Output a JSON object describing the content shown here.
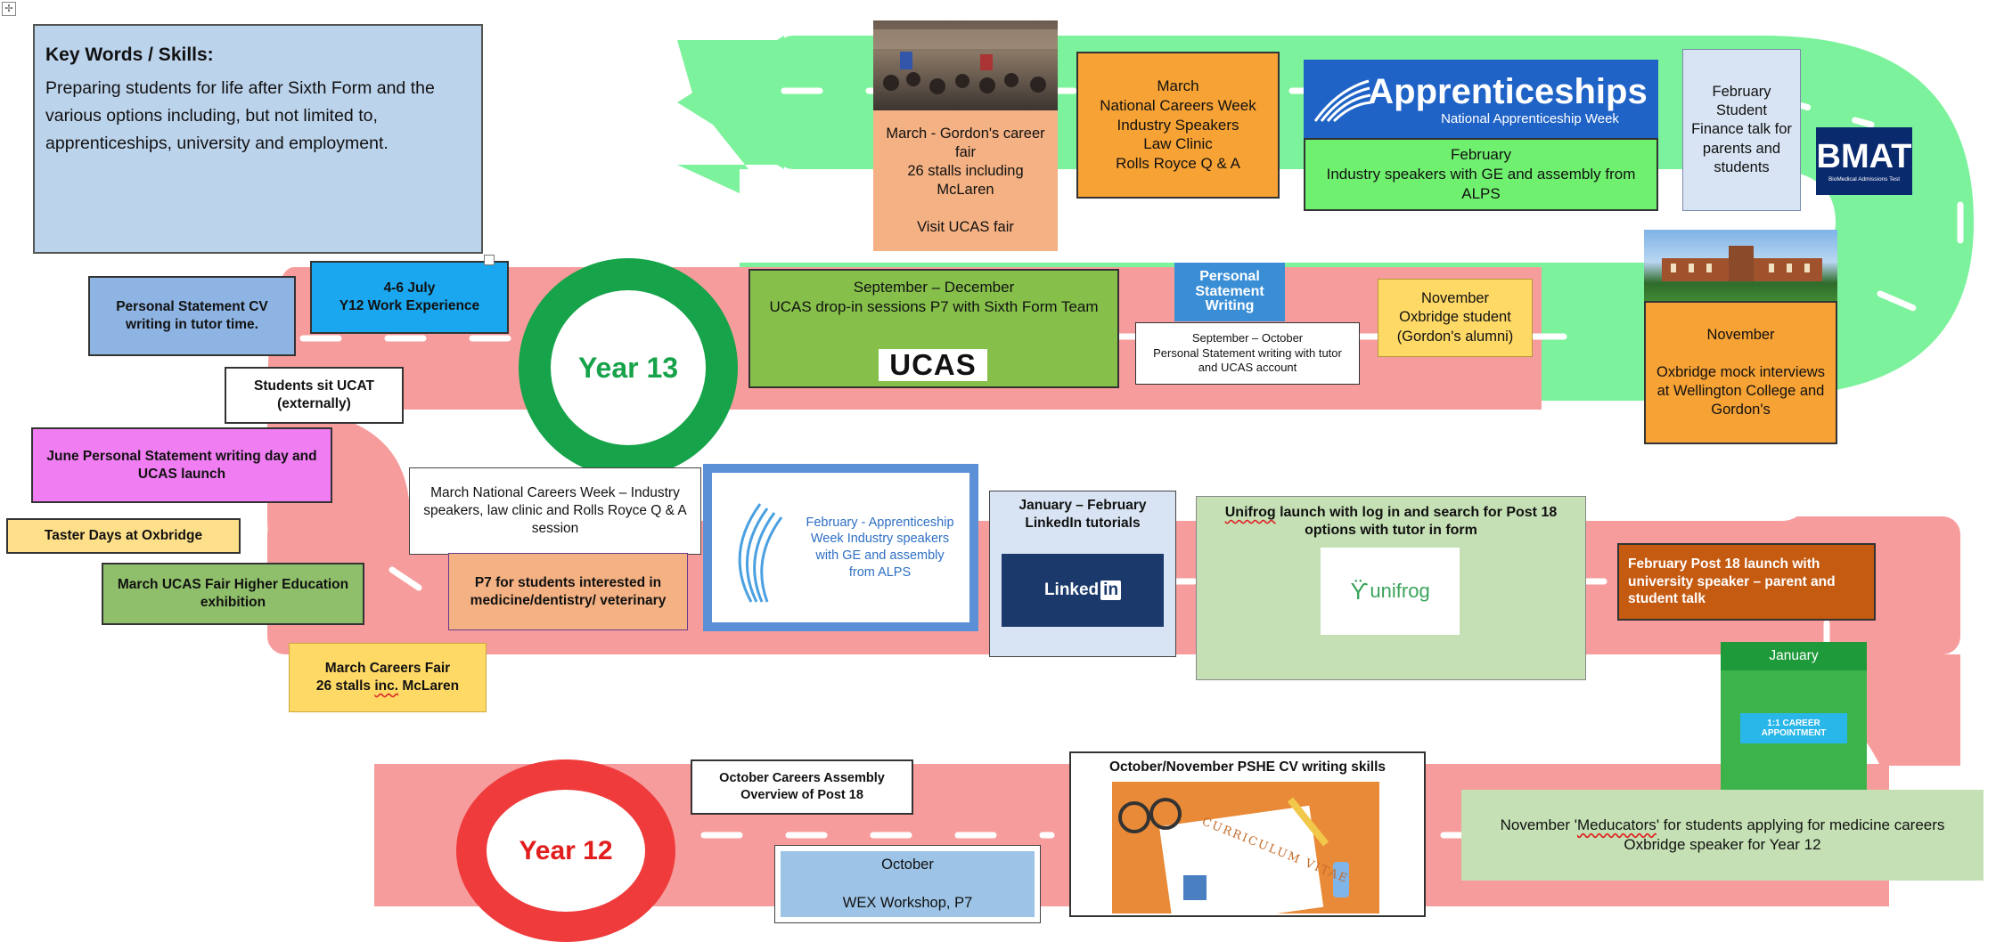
{
  "key_words": {
    "heading": "Key Words / Skills:",
    "text": "Preparing students for life after Sixth Form and the various options including, but not limited to, apprenticeships, university and employment."
  },
  "years": {
    "year13": "Year 13",
    "year12": "Year 12"
  },
  "logos": {
    "apprenticeships_title": "Apprenticeships",
    "apprenticeships_sub": "National Apprenticeship Week",
    "bmat_title": "BMAT",
    "bmat_sub": "BioMedical Admissions Test",
    "personal_statement": "Personal\nStatement\nWriting",
    "ucas": "UCAS",
    "linkedin": "Linked",
    "linkedin_in": "in",
    "unifrog": "unifrog",
    "career_appointment": "1:1 CAREER\nAPPOINTMENT",
    "cv": "CURRICULUM VITAE"
  },
  "events": {
    "march_gordons": "March - Gordon's career fair\n26 stalls including McLaren\n\nVisit UCAS fair",
    "march_ncw": "March\nNational Careers Week\nIndustry Speakers\nLaw Clinic\nRolls Royce Q & A",
    "february_alps": "February\nIndustry speakers with GE and assembly from ALPS",
    "february_finance": "February\nStudent Finance talk for parents and students",
    "july_work": "4-6 July\nY12 Work Experience",
    "personal_statement_cv": "Personal Statement CV writing in tutor time.",
    "ucas_dropin": "September – December\nUCAS drop-in sessions P7 with Sixth Form Team",
    "sep_oct": "September – October\nPersonal Statement writing with tutor and UCAS account",
    "nov_oxbridge_student": "November\nOxbridge student\n(Gordon's alumni)",
    "nov_mock_interviews": "November\n\nOxbridge mock interviews at Wellington College and Gordon's",
    "ucat": "Students sit UCAT (externally)",
    "june_ps": "June Personal Statement writing day and UCAS launch",
    "taster": "Taster Days at Oxbridge",
    "march_ucas_fair": "March UCAS Fair Higher Education exhibition",
    "march_careers_fair_l1": "March Careers Fair",
    "march_careers_fair_l2a": "26 stalls ",
    "march_careers_fair_l2b": "inc.",
    "march_careers_fair_l2c": " McLaren",
    "march_ncw_lower": "March National Careers Week – Industry speakers, law clinic and Rolls Royce Q & A session",
    "p7_medicine": "P7 for students interested in medicine/dentistry/ veterinary",
    "feb_apprenticeship": "February - Apprenticeship Week Industry speakers with GE and assembly from ALPS",
    "jan_feb_linkedin": "January – February LinkedIn tutorials",
    "unifrog_a": "Unifrog",
    "unifrog_b": " launch with log in and search for Post 18 options with tutor in form",
    "feb_post18": "February Post 18 launch with university speaker – parent and student talk",
    "january": "January",
    "oct_assembly": "October Careers Assembly Overview of Post 18",
    "oct_nov_pshe": "October/November PSHE CV writing skills",
    "meducators_a": "November '",
    "meducators_b": "Meducators",
    "meducators_c": "' for students applying for medicine careers",
    "meducators_d": "Oxbridge speaker for Year 12",
    "october_wex": "October\n\nWEX Workshop, P7"
  },
  "colors": {
    "road_green": "#7df29c",
    "road_red": "#f79c9c",
    "year13_ring": "#16a34a",
    "year12_ring": "#ef3b3b"
  }
}
